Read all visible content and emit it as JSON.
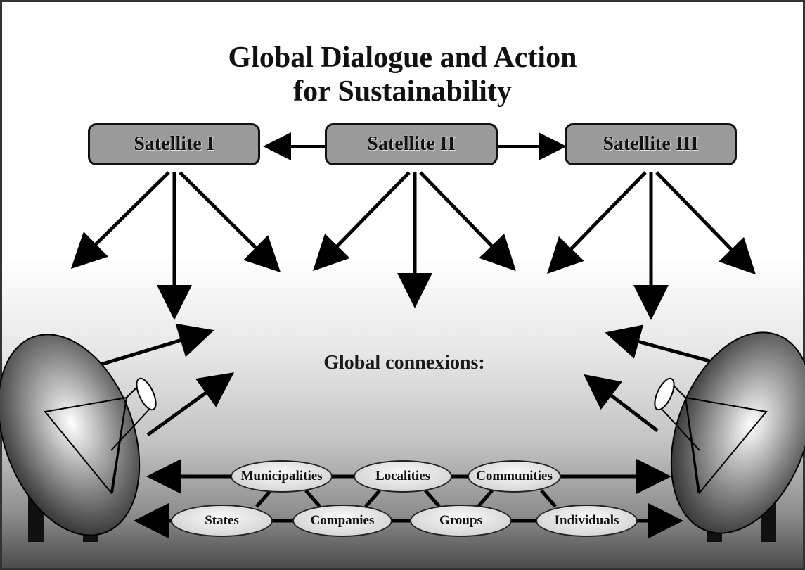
{
  "title": {
    "line1": "Global Dialogue and Action",
    "line2": "for Sustainability"
  },
  "satellites": [
    "Satellite I",
    "Satellite II",
    "Satellite III"
  ],
  "center_label": "Global connexions:",
  "row1": [
    "Municipalities",
    "Localities",
    "Communities"
  ],
  "row2": [
    "States",
    "Companies",
    "Groups",
    "Individuals"
  ],
  "colors": {
    "satellite_fill": "#9a9a9a",
    "dish_dark": "#3a3a3a",
    "dish_light": "#ffffff",
    "bottom_shade": "#4a4a4a"
  },
  "icons": [
    "satellite-dish-left-icon",
    "satellite-dish-right-icon"
  ]
}
